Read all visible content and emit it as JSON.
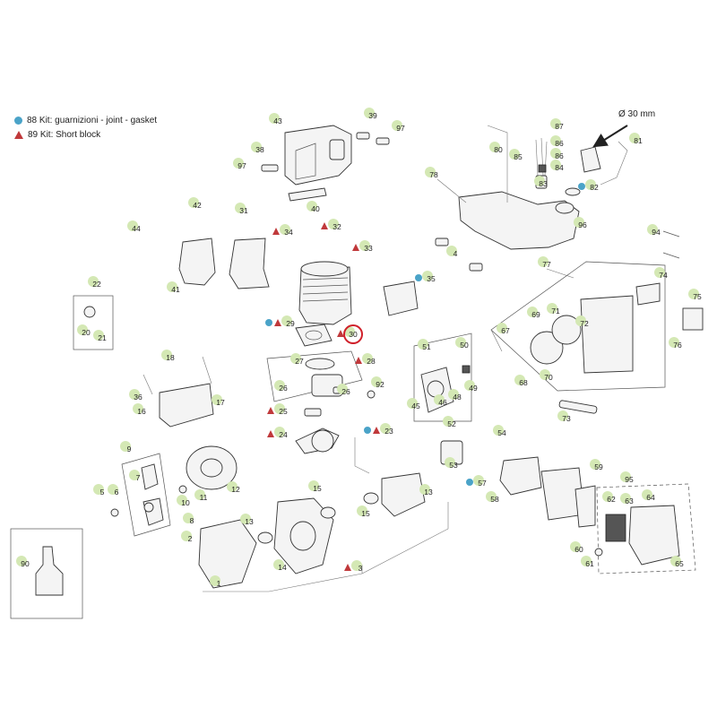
{
  "legend": {
    "gasket_kit": "88 Kit: guarnizioni - joint - gasket",
    "short_block": "89 Kit: Short block"
  },
  "colors": {
    "gasket_marker": "#4aa3c8",
    "short_block_marker": "#c0393b",
    "label_bubble": "#d4e8b4",
    "highlight_ring": "#d0202a"
  },
  "dimension_note": "Ø 30 mm",
  "highlighted_part": "30",
  "labels": [
    {
      "id": "l43",
      "text": "43",
      "gasket": false,
      "shortblock": false
    },
    {
      "id": "l38",
      "text": "38",
      "gasket": false,
      "shortblock": false
    },
    {
      "id": "l97a",
      "text": "97",
      "gasket": false,
      "shortblock": false
    },
    {
      "id": "l39",
      "text": "39",
      "gasket": false,
      "shortblock": false
    },
    {
      "id": "l97b",
      "text": "97",
      "gasket": false,
      "shortblock": false
    },
    {
      "id": "l40",
      "text": "40",
      "gasket": false,
      "shortblock": false
    },
    {
      "id": "l87",
      "text": "87",
      "gasket": false,
      "shortblock": false
    },
    {
      "id": "l86a",
      "text": "86",
      "gasket": false,
      "shortblock": false
    },
    {
      "id": "l86b",
      "text": "86",
      "gasket": false,
      "shortblock": false
    },
    {
      "id": "l85",
      "text": "85",
      "gasket": false,
      "shortblock": false
    },
    {
      "id": "l84",
      "text": "84",
      "gasket": false,
      "shortblock": false
    },
    {
      "id": "l83",
      "text": "83",
      "gasket": false,
      "shortblock": false
    },
    {
      "id": "l80",
      "text": "80",
      "gasket": false,
      "shortblock": false
    },
    {
      "id": "l81",
      "text": "81",
      "gasket": false,
      "shortblock": false
    },
    {
      "id": "l82",
      "text": "82",
      "gasket": true,
      "shortblock": false
    },
    {
      "id": "l78",
      "text": "78",
      "gasket": false,
      "shortblock": false
    },
    {
      "id": "l42",
      "text": "42",
      "gasket": false,
      "shortblock": false
    },
    {
      "id": "l31",
      "text": "31",
      "gasket": false,
      "shortblock": false
    },
    {
      "id": "l44",
      "text": "44",
      "gasket": false,
      "shortblock": false
    },
    {
      "id": "l34",
      "text": "34",
      "gasket": false,
      "shortblock": true
    },
    {
      "id": "l32",
      "text": "32",
      "gasket": false,
      "shortblock": true
    },
    {
      "id": "l33",
      "text": "33",
      "gasket": false,
      "shortblock": true
    },
    {
      "id": "l96",
      "text": "96",
      "gasket": false,
      "shortblock": false
    },
    {
      "id": "l4",
      "text": "4",
      "gasket": false,
      "shortblock": false
    },
    {
      "id": "l94",
      "text": "94",
      "gasket": false,
      "shortblock": false
    },
    {
      "id": "l41",
      "text": "41",
      "gasket": false,
      "shortblock": false
    },
    {
      "id": "l35",
      "text": "35",
      "gasket": true,
      "shortblock": false
    },
    {
      "id": "l77",
      "text": "77",
      "gasket": false,
      "shortblock": false
    },
    {
      "id": "l74",
      "text": "74",
      "gasket": false,
      "shortblock": false
    },
    {
      "id": "l75",
      "text": "75",
      "gasket": false,
      "shortblock": false
    },
    {
      "id": "l22",
      "text": "22",
      "gasket": false,
      "shortblock": false
    },
    {
      "id": "l20",
      "text": "20",
      "gasket": false,
      "shortblock": false
    },
    {
      "id": "l21",
      "text": "21",
      "gasket": false,
      "shortblock": false
    },
    {
      "id": "l29",
      "text": "29",
      "gasket": true,
      "shortblock": true
    },
    {
      "id": "l30",
      "text": "30",
      "gasket": false,
      "shortblock": true
    },
    {
      "id": "l69",
      "text": "69",
      "gasket": false,
      "shortblock": false
    },
    {
      "id": "l71",
      "text": "71",
      "gasket": false,
      "shortblock": false
    },
    {
      "id": "l72",
      "text": "72",
      "gasket": false,
      "shortblock": false
    },
    {
      "id": "l67",
      "text": "67",
      "gasket": false,
      "shortblock": false
    },
    {
      "id": "l76",
      "text": "76",
      "gasket": false,
      "shortblock": false
    },
    {
      "id": "l50",
      "text": "50",
      "gasket": false,
      "shortblock": false
    },
    {
      "id": "l51",
      "text": "51",
      "gasket": false,
      "shortblock": false
    },
    {
      "id": "l27",
      "text": "27",
      "gasket": false,
      "shortblock": false
    },
    {
      "id": "l28",
      "text": "28",
      "gasket": false,
      "shortblock": true
    },
    {
      "id": "l18",
      "text": "18",
      "gasket": false,
      "shortblock": false
    },
    {
      "id": "l26a",
      "text": "26",
      "gasket": false,
      "shortblock": false
    },
    {
      "id": "l26b",
      "text": "26",
      "gasket": false,
      "shortblock": false
    },
    {
      "id": "l92",
      "text": "92",
      "gasket": false,
      "shortblock": false
    },
    {
      "id": "l49",
      "text": "49",
      "gasket": false,
      "shortblock": false
    },
    {
      "id": "l48",
      "text": "48",
      "gasket": false,
      "shortblock": false
    },
    {
      "id": "l68",
      "text": "68",
      "gasket": false,
      "shortblock": false
    },
    {
      "id": "l70",
      "text": "70",
      "gasket": false,
      "shortblock": false
    },
    {
      "id": "l36",
      "text": "36",
      "gasket": false,
      "shortblock": false
    },
    {
      "id": "l45",
      "text": "45",
      "gasket": false,
      "shortblock": false
    },
    {
      "id": "l46",
      "text": "46",
      "gasket": false,
      "shortblock": false
    },
    {
      "id": "l16",
      "text": "16",
      "gasket": false,
      "shortblock": false
    },
    {
      "id": "l17",
      "text": "17",
      "gasket": false,
      "shortblock": false
    },
    {
      "id": "l25",
      "text": "25",
      "gasket": false,
      "shortblock": true
    },
    {
      "id": "l73",
      "text": "73",
      "gasket": false,
      "shortblock": false
    },
    {
      "id": "l52",
      "text": "52",
      "gasket": false,
      "shortblock": false
    },
    {
      "id": "l23",
      "text": "23",
      "gasket": true,
      "shortblock": true
    },
    {
      "id": "l24",
      "text": "24",
      "gasket": false,
      "shortblock": true
    },
    {
      "id": "l54",
      "text": "54",
      "gasket": false,
      "shortblock": false
    },
    {
      "id": "l9",
      "text": "9",
      "gasket": false,
      "shortblock": false
    },
    {
      "id": "l53",
      "text": "53",
      "gasket": false,
      "shortblock": false
    },
    {
      "id": "l59",
      "text": "59",
      "gasket": false,
      "shortblock": false
    },
    {
      "id": "l7",
      "text": "7",
      "gasket": false,
      "shortblock": false
    },
    {
      "id": "l11",
      "text": "11",
      "gasket": false,
      "shortblock": false
    },
    {
      "id": "l12",
      "text": "12",
      "gasket": false,
      "shortblock": false
    },
    {
      "id": "l57",
      "text": "57",
      "gasket": true,
      "shortblock": false
    },
    {
      "id": "l95",
      "text": "95",
      "gasket": false,
      "shortblock": false
    },
    {
      "id": "l5",
      "text": "5",
      "gasket": false,
      "shortblock": false
    },
    {
      "id": "l6",
      "text": "6",
      "gasket": false,
      "shortblock": false
    },
    {
      "id": "l15a",
      "text": "15",
      "gasket": false,
      "shortblock": false
    },
    {
      "id": "l13a",
      "text": "13",
      "gasket": false,
      "shortblock": false
    },
    {
      "id": "l58",
      "text": "58",
      "gasket": false,
      "shortblock": false
    },
    {
      "id": "l62",
      "text": "62",
      "gasket": false,
      "shortblock": false
    },
    {
      "id": "l63",
      "text": "63",
      "gasket": false,
      "shortblock": false
    },
    {
      "id": "l64",
      "text": "64",
      "gasket": false,
      "shortblock": false
    },
    {
      "id": "l10",
      "text": "10",
      "gasket": false,
      "shortblock": false
    },
    {
      "id": "l15b",
      "text": "15",
      "gasket": false,
      "shortblock": false
    },
    {
      "id": "l8",
      "text": "8",
      "gasket": false,
      "shortblock": false
    },
    {
      "id": "l2",
      "text": "2",
      "gasket": false,
      "shortblock": false
    },
    {
      "id": "l13b",
      "text": "13",
      "gasket": false,
      "shortblock": false
    },
    {
      "id": "l60",
      "text": "60",
      "gasket": false,
      "shortblock": false
    },
    {
      "id": "l90",
      "text": "90",
      "gasket": false,
      "shortblock": false
    },
    {
      "id": "l14",
      "text": "14",
      "gasket": false,
      "shortblock": false
    },
    {
      "id": "l61",
      "text": "61",
      "gasket": false,
      "shortblock": false
    },
    {
      "id": "l65",
      "text": "65",
      "gasket": false,
      "shortblock": false
    },
    {
      "id": "l3",
      "text": "3",
      "gasket": false,
      "shortblock": true
    },
    {
      "id": "l1",
      "text": "1",
      "gasket": false,
      "shortblock": false
    }
  ]
}
